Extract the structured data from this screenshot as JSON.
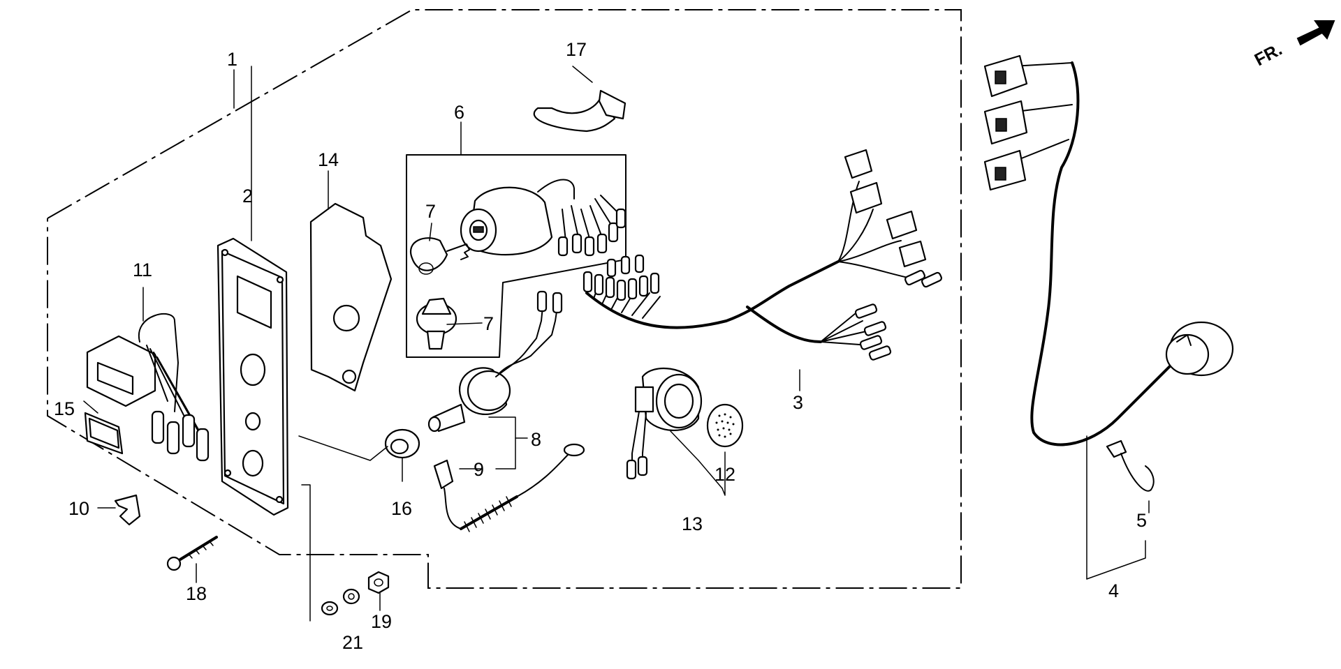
{
  "direction_indicator": {
    "label": "FR."
  },
  "callouts": {
    "c1": "1",
    "c2": "2",
    "c3": "3",
    "c4": "4",
    "c5": "5",
    "c6": "6",
    "c7a": "7",
    "c7b": "7",
    "c8": "8",
    "c9": "9",
    "c10": "10",
    "c11": "11",
    "c12": "12",
    "c13": "13",
    "c14": "14",
    "c15": "15",
    "c16": "16",
    "c17": "17",
    "c18": "18",
    "c19": "19",
    "c21": "21"
  }
}
